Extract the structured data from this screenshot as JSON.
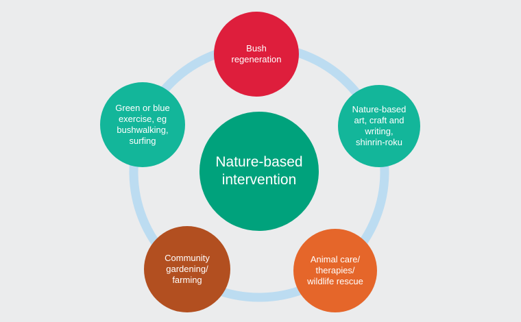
{
  "diagram": {
    "center": {
      "label": "Nature-based\nintervention",
      "color": "#00a27c"
    },
    "ring_color": "#bcdcf1",
    "nodes": [
      {
        "id": "bush",
        "label": "Bush\nregeneration",
        "color": "#de1e3c"
      },
      {
        "id": "art",
        "label": "Nature-based\nart, craft and\nwriting,\nshinrin-roku",
        "color": "#13b69a"
      },
      {
        "id": "animal",
        "label": "Animal care/\ntherapies/\nwildlife rescue",
        "color": "#e5662a"
      },
      {
        "id": "garden",
        "label": "Community\ngardening/\nfarming",
        "color": "#b24f20"
      },
      {
        "id": "green",
        "label": "Green or blue\nexercise, eg\nbushwalking,\nsurfing",
        "color": "#13b69a"
      }
    ]
  }
}
